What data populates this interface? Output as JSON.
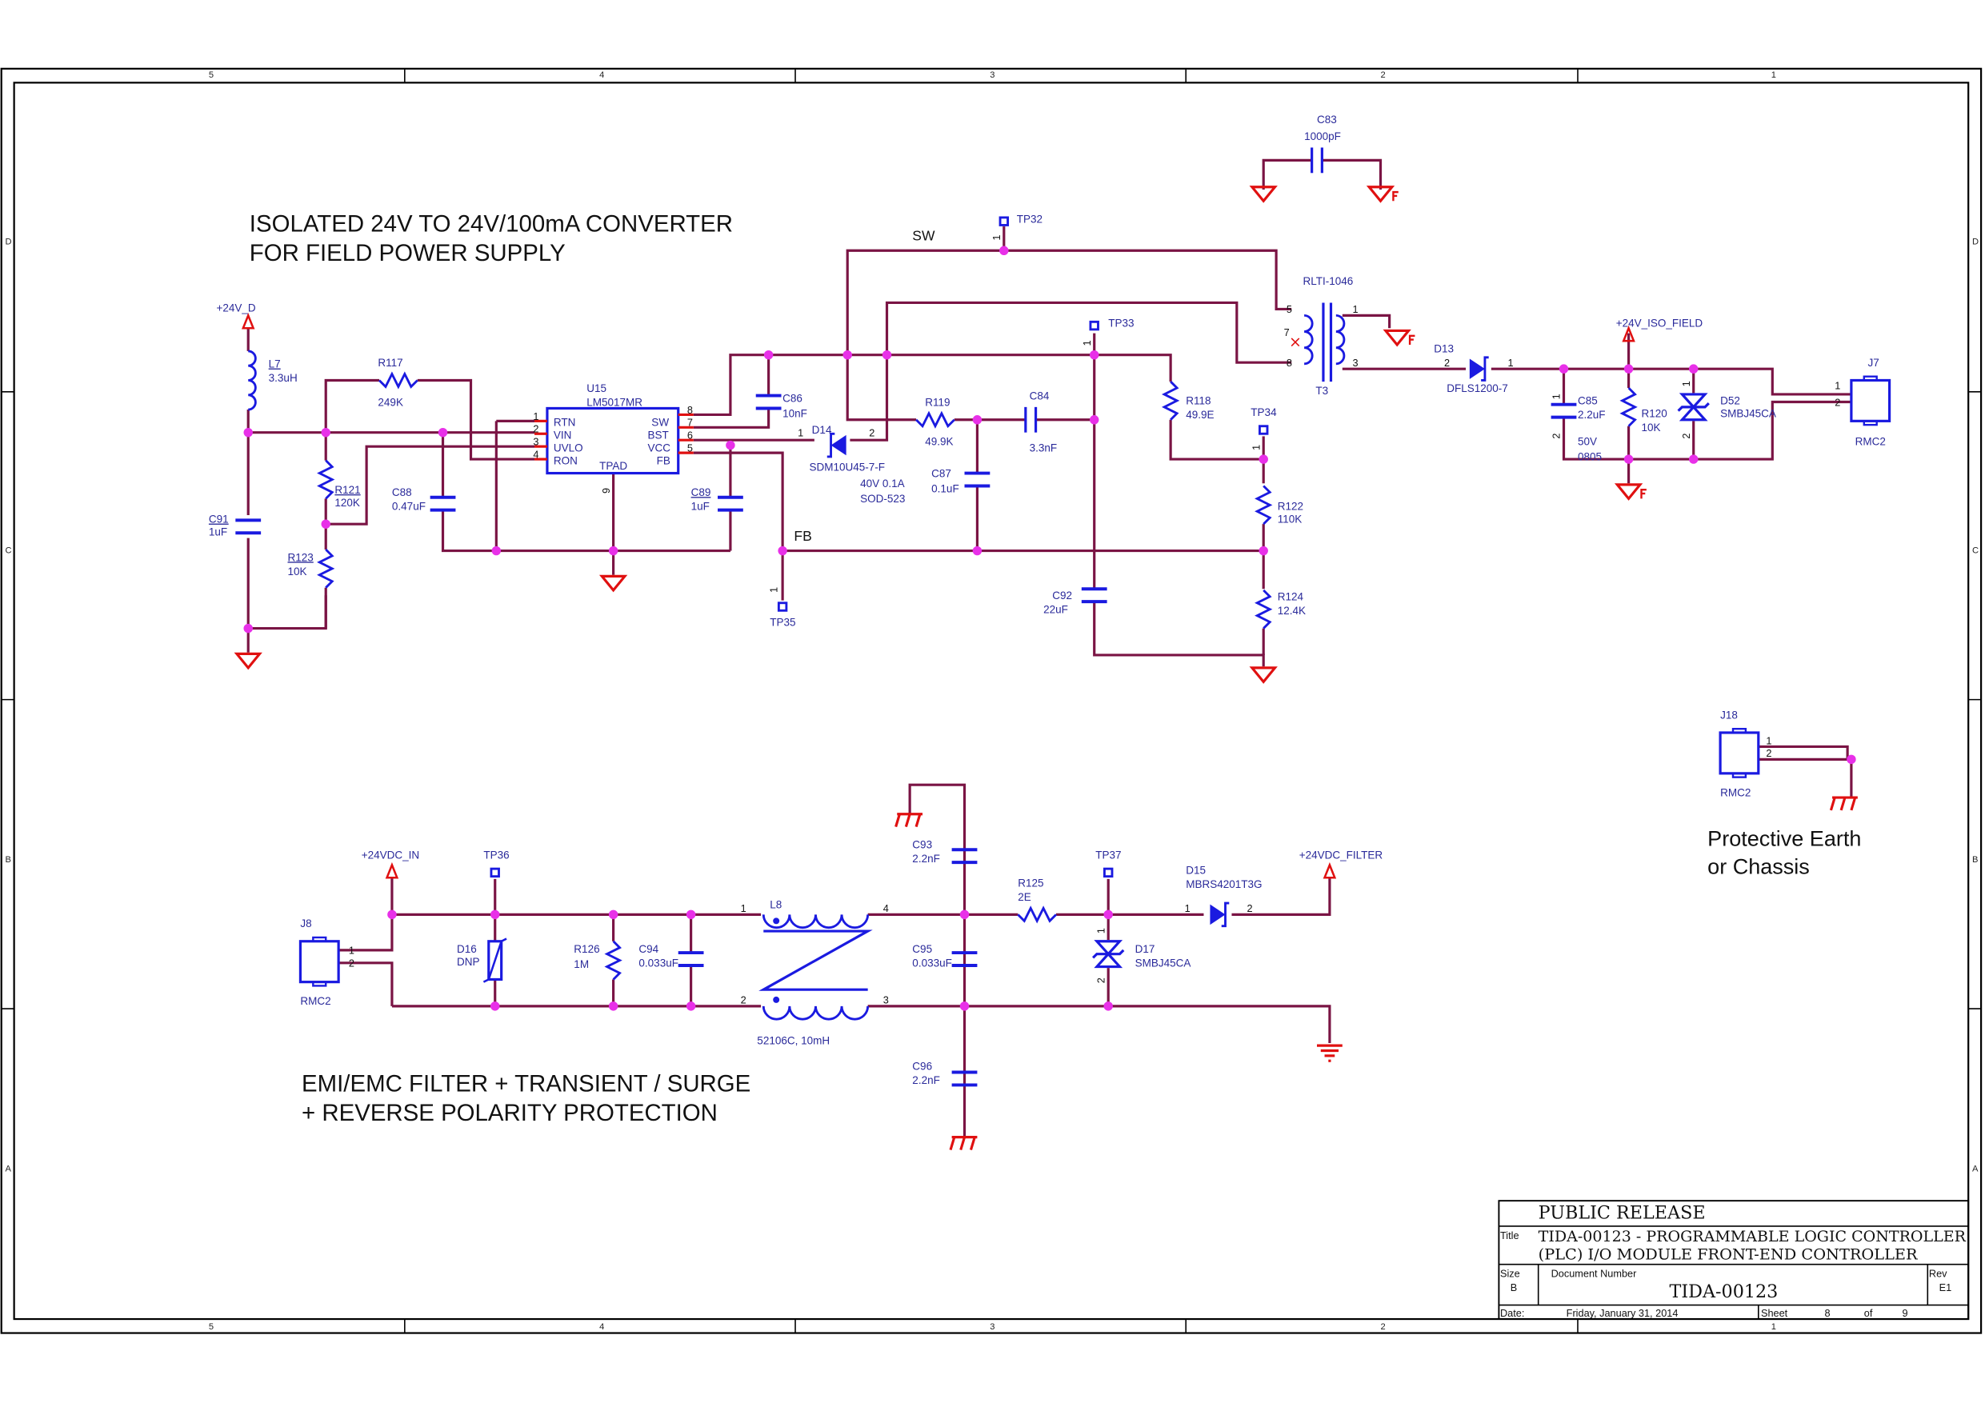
{
  "headings": {
    "converter_line1": "ISOLATED 24V TO 24V/100mA CONVERTER",
    "converter_line2": "FOR FIELD POWER SUPPLY",
    "filter_line1": "EMI/EMC FILTER + TRANSIENT / SURGE",
    "filter_line2": "+ REVERSE POLARITY PROTECTION",
    "pe_line1": "Protective Earth",
    "pe_line2": "or Chassis"
  },
  "nets": {
    "sw": "SW",
    "fb": "FB",
    "v24d": "+24V_D",
    "iso_field": "+24V_ISO_FIELD",
    "vdc_in": "+24VDC_IN",
    "vdc_filter": "+24VDC_FILTER"
  },
  "parts": {
    "L7": [
      "L7",
      "3.3uH"
    ],
    "C91": [
      "C91",
      "1uF"
    ],
    "R117": [
      "R117",
      "249K"
    ],
    "R121": [
      "R121",
      "120K"
    ],
    "R123": [
      "R123",
      "10K"
    ],
    "C88": [
      "C88",
      "0.47uF"
    ],
    "U15": [
      "U15",
      "LM5017MR"
    ],
    "C86": [
      "C86",
      "10nF"
    ],
    "C89": [
      "C89",
      "1uF"
    ],
    "D14": [
      "D14",
      "SDM10U45-7-F",
      "40V 0.1A",
      "SOD-523"
    ],
    "R119": [
      "R119",
      "49.9K"
    ],
    "C84": [
      "C84",
      "3.3nF"
    ],
    "C87": [
      "C87",
      "0.1uF"
    ],
    "R118": [
      "R118",
      "49.9E"
    ],
    "C92": [
      "C92",
      "22uF"
    ],
    "R122": [
      "R122",
      "110K"
    ],
    "R124": [
      "R124",
      "12.4K"
    ],
    "TP32": "TP32",
    "TP33": "TP33",
    "TP34": "TP34",
    "TP35": "TP35",
    "TP36": "TP36",
    "TP37": "TP37",
    "C83": [
      "C83",
      "1000pF"
    ],
    "T3": [
      "RLTI-1046",
      "T3"
    ],
    "D13": [
      "D13",
      "DFLS1200-7"
    ],
    "C85": [
      "C85",
      "2.2uF",
      "50V",
      "0805"
    ],
    "R120": [
      "R120",
      "10K"
    ],
    "D52": [
      "D52",
      "SMBJ45CA"
    ],
    "J7": [
      "J7",
      "RMC2"
    ],
    "J18": [
      "J18",
      "RMC2"
    ],
    "J8": [
      "J8",
      "RMC2"
    ],
    "D16": [
      "D16",
      "DNP"
    ],
    "R126": [
      "R126",
      "1M"
    ],
    "C94": [
      "C94",
      "0.033uF"
    ],
    "L8": [
      "L8",
      "52106C, 10mH"
    ],
    "C93": [
      "C93",
      "2.2nF"
    ],
    "C95": [
      "C95",
      "0.033uF"
    ],
    "C96": [
      "C96",
      "2.2nF"
    ],
    "R125": [
      "R125",
      "2E"
    ],
    "D17": [
      "D17",
      "SMBJ45CA"
    ],
    "D15": [
      "D15",
      "MBRS4201T3G"
    ]
  },
  "u15_pins": {
    "rtn": "RTN",
    "vin": "VIN",
    "uvlo": "UVLO",
    "ron": "RON",
    "sw": "SW",
    "bst": "BST",
    "vcc": "VCC",
    "fb": "FB",
    "tpad": "TPAD"
  },
  "frame": {
    "cols": [
      "5",
      "4",
      "3",
      "2",
      "1"
    ],
    "rows": [
      "D",
      "C",
      "B",
      "A"
    ]
  },
  "title_block": {
    "release": "PUBLIC RELEASE",
    "title_label": "Title",
    "title_line1": "TIDA-00123 - PROGRAMMABLE LOGIC CONTROLLER",
    "title_line2": "(PLC) I/O MODULE FRONT-END CONTROLLER",
    "size_label": "Size",
    "size": "B",
    "doc_label": "Document  Number",
    "doc_number": "TIDA-00123",
    "rev_label": "Rev",
    "rev": "E1",
    "date_label": "Date:",
    "date": "Friday, January 31, 2014",
    "sheet_label": "Sheet",
    "sheet": "8",
    "of_label": "of",
    "sheet_total": "9"
  },
  "colors": {
    "wire": "#7a1444",
    "part": "#1a1ae0",
    "pin": "#e01010",
    "junction": "#e830e8"
  }
}
